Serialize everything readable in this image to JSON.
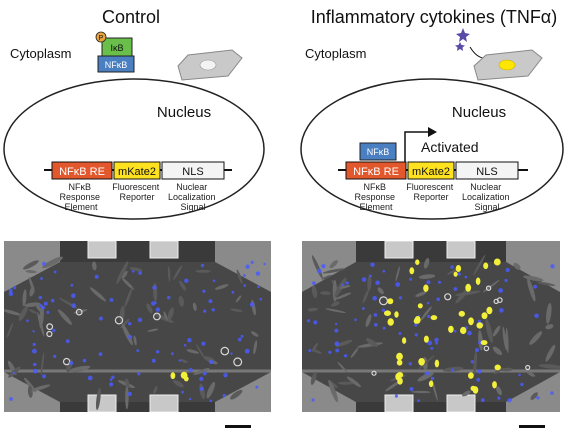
{
  "panels": [
    {
      "title": "Control",
      "cytoplasm_label": "Cytoplasm",
      "ikb_label": "IκB",
      "phospho_label": "P",
      "nfkb_label": "NFκB",
      "nucleus_label": "Nucleus",
      "activated_label": "",
      "construct": {
        "re_label": "NFκB RE",
        "reporter_label": "mKate2",
        "nls_label": "NLS",
        "re_caption": [
          "NFκB",
          "Response",
          "Element"
        ],
        "reporter_caption": [
          "Fluorescent",
          "Reporter"
        ],
        "nls_caption": [
          "Nuclear",
          "Localization",
          "Signal"
        ]
      }
    },
    {
      "title": "Inflammatory cytokines (TNFα)",
      "cytoplasm_label": "Cytoplasm",
      "nfkb_bound_label": "NFκB",
      "nucleus_label": "Nucleus",
      "activated_label": "Activated",
      "construct": {
        "re_label": "NFκB RE",
        "reporter_label": "mKate2",
        "nls_label": "NLS",
        "re_caption": [
          "NFκB",
          "Response",
          "Element"
        ],
        "reporter_caption": [
          "Fluorescent",
          "Reporter"
        ],
        "nls_caption": [
          "Nuclear",
          "Localization",
          "Signal"
        ]
      }
    }
  ],
  "colors": {
    "ikb_green": "#6abf4b",
    "nfkb_blue": "#4a7fc1",
    "phospho_orange": "#e8a33c",
    "re_red": "#e2572b",
    "reporter_yellow": "#ffe21f",
    "cell_gray": "#c9c9c9",
    "nucleus_white": "#f3f3f3",
    "nucleus_yellow": "#ffe600",
    "cytokine_purple": "#5a4aa8",
    "micrograph_bg": "#3a3a3a",
    "micrograph_blue": "#4a5cff",
    "micrograph_yellow": "#f2f03a"
  },
  "icons": [
    "phospho-icon",
    "cell-icon",
    "cytokine-icon",
    "activation-arrow-icon",
    "scale-bar-icon"
  ]
}
